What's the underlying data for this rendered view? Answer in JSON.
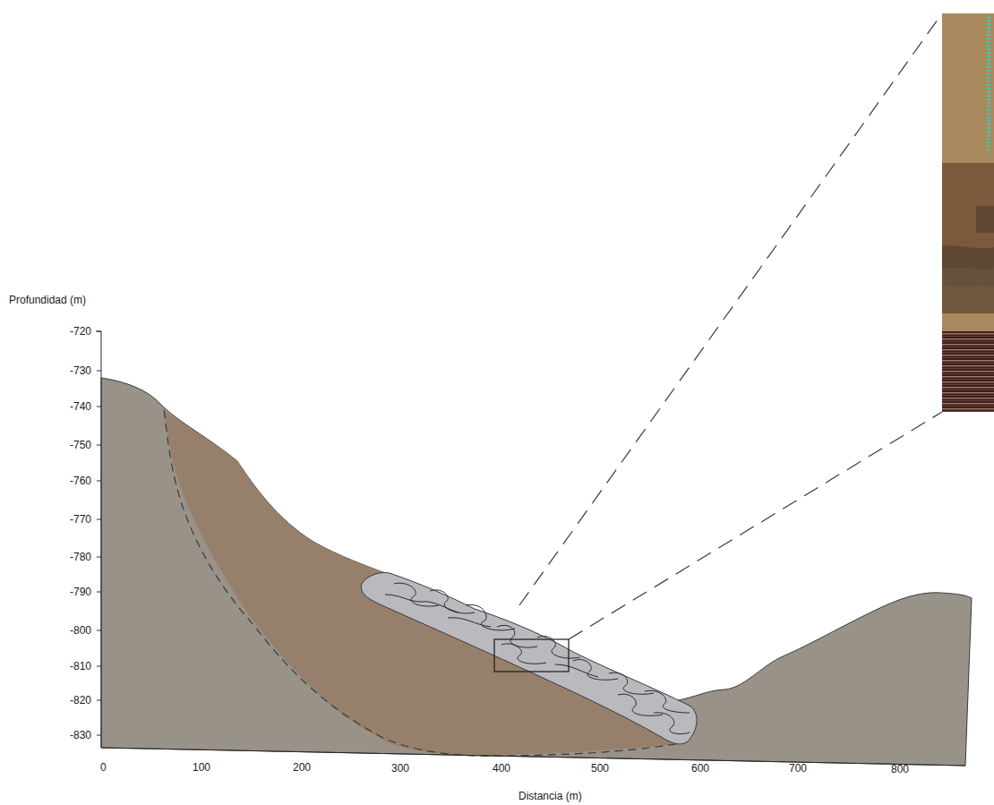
{
  "diagram": {
    "labels": [
      "Profundidad (m)",
      "-720",
      "-730",
      "-740",
      "-750",
      "-760",
      "-770",
      "-780",
      "-790",
      "-800",
      "-810",
      "-820",
      "-830",
      "0",
      "100",
      "200",
      "300",
      "400",
      "500",
      "600",
      "700",
      "800",
      "Distancia (m)"
    ]
  }
}
